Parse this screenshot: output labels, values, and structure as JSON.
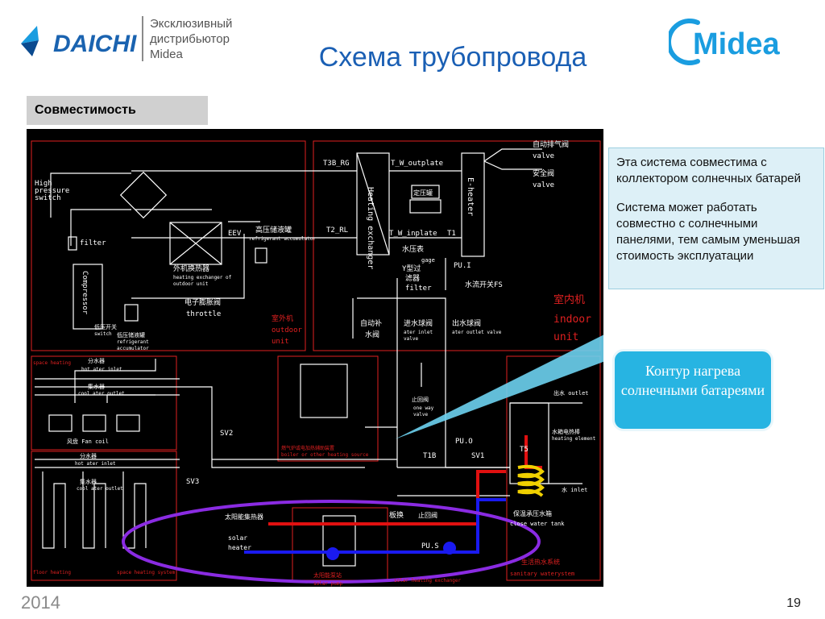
{
  "header": {
    "brand_word": "DAICHI",
    "distributor_lines": [
      "Эксклюзивный",
      "дистрибьютор",
      "Midea"
    ],
    "partner_word": "Midea",
    "title": "Схема трубопровода"
  },
  "tab": {
    "label": "Совместимость"
  },
  "infobox": {
    "paragraph_1": "Эта система совместима с коллектором солнечных батарей",
    "paragraph_2": "Система может работать совместно с солнечными панелями, тем самым уменьшая стоимость эксплуатации"
  },
  "callout": {
    "text": "Контур нагрева солнечными батареями"
  },
  "footer": {
    "year": "2014",
    "page": "19"
  },
  "diagram": {
    "labels": {
      "t3b_rg": "T3B_RG",
      "t_w_outplate": "T_W_outplate",
      "t2_rl": "T2_RL",
      "t_w_inplate": "T_W_inplate",
      "t1": "T1",
      "auto_vent_cn": "自动排气阀",
      "valve_1": "valve",
      "safety_cn": "安全阀",
      "valve_2": "valve",
      "high_pressure": "High",
      "pressure": "pressure",
      "switch": "switch",
      "filter_left": "filter",
      "compressor": "Compressor",
      "eev": "EEV",
      "hp_tank_cn": "高压储液罐",
      "refrigerant_accumulator": "refrigerant accumulator",
      "outdoor_hex_cn": "外机换热器",
      "outdoor_hex_en1": "heating exchanger of",
      "outdoor_hex_en2": "outdoor unit",
      "throttle_cn": "电子膨胀阀",
      "throttle": "throttle",
      "low_pressure_cn": "低压开关",
      "low_pressure_en": "switch",
      "accum_cn": "低压储液罐",
      "accum_en1": "refrigerant",
      "accum_en2": "accumulator",
      "outdoor_cn": "室外机",
      "outdoor_en1": "outdoor",
      "outdoor_en2": "unit",
      "heating_exchanger": "Heating exchanger",
      "e_heater": "E-heater",
      "expansion_tank_cn": "定压罐",
      "pressure_gauge_cn": "水压表",
      "gauge": "gage",
      "y_filter_cn": "Y型过",
      "y_filter_cn2": "滤器",
      "y_filter": "filter",
      "pu_i": "PU.I",
      "flow_switch": "水流开关FS",
      "indoor_cn": "室内机",
      "indoor_en1": "indoor",
      "indoor_en2": "unit",
      "auto_fill_cn": "自动补",
      "auto_fill_cn2": "水阀",
      "inlet_ball_cn": "进水球阀",
      "inlet_ball_en": "ater inlet",
      "valve_3": "valve",
      "outlet_ball_cn": "出水球阀",
      "outlet_ball_en": "ater outlet valve",
      "space_heating": "space heating",
      "distributor_cn": "分水器",
      "hot_water_inlet": "hot ater inlet",
      "collector_cn": "集水器",
      "cool_water_outlet": "cool ater outlet",
      "fan_coil": "风盘 Fan coil",
      "distributor_cn2": "分水器",
      "hot_water_inlet2": "hot ater inlet",
      "collector_cn2": "集水器",
      "cool_water_outlet2": "cool ater outlet",
      "floor_heating": "floor heating",
      "space_heating2": "space heating system",
      "sv2": "SV2",
      "sv3": "SV3",
      "boiler_caption_cn": "燃气炉或电加热辅助装置",
      "boiler_caption_en": "boiler or other heating source",
      "check_valve_cn": "止回阀",
      "one_way_valve": "one way",
      "valve_4": "valve",
      "pu_o": "PU.O",
      "t1b": "T1B",
      "sv1": "SV1",
      "water_outlet_cn": "出水 outlet",
      "heating_element_cn": "水箱电热棒",
      "heating_element": "heating element",
      "t5": "T5",
      "water_inlet": "水 inlet",
      "tank_cn": "保温承压水箱",
      "close_water_tank": "close water tank",
      "sanitary_cn": "生活热水系统",
      "sanitary": "sanitary waterystem",
      "solar_heater_cn": "太阳能集热器",
      "solar": "solar",
      "heater": "heater",
      "plate_hex_cn": "板换",
      "check_valve2_cn": "止回阀",
      "pu_s": "PU.S",
      "solar_pump_cn": "太阳能泵站",
      "solar_pump": "solar pump",
      "solar_caption": "solar heating exchanger"
    }
  }
}
